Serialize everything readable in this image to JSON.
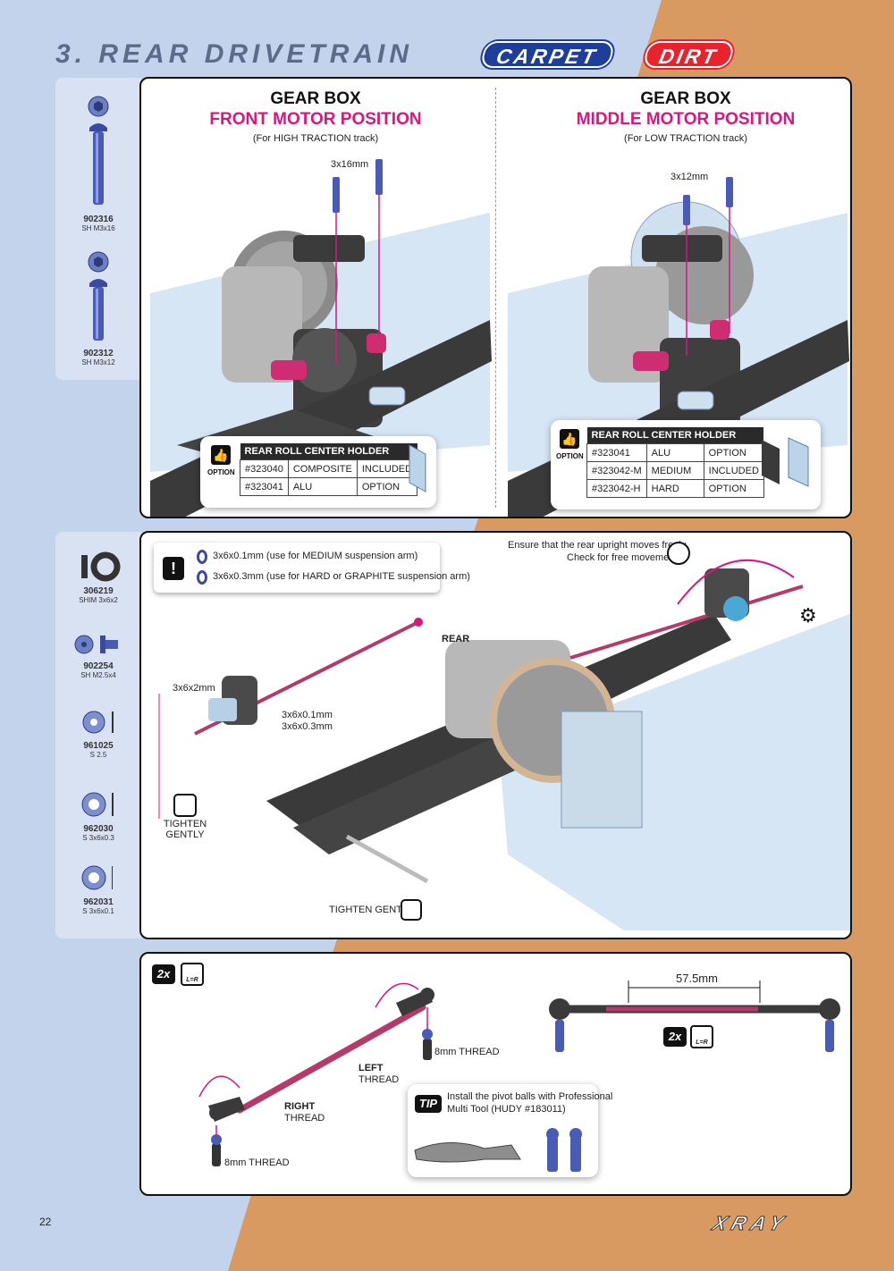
{
  "header": {
    "title": "3. REAR DRIVETRAIN",
    "tag_carpet": "CARPET",
    "tag_dirt": "DIRT"
  },
  "colors": {
    "accent": "#d8167f",
    "carpet": "#1d3f9a",
    "dirt": "#e8232b",
    "bg_blue": "#c3d3ec",
    "bg_orange": "#d99a62"
  },
  "parts_top": [
    {
      "code": "902316",
      "desc": "SH M3x16"
    },
    {
      "code": "902312",
      "desc": "SH M3x12"
    }
  ],
  "parts_mid": [
    {
      "code": "306219",
      "desc": "SHIM 3x6x2"
    },
    {
      "code": "902254",
      "desc": "SH M2.5x4"
    },
    {
      "code": "961025",
      "desc": "S 2.5"
    },
    {
      "code": "962030",
      "desc": "S 3x6x0.3"
    },
    {
      "code": "962031",
      "desc": "S 3x6x0.1"
    }
  ],
  "gearbox_front": {
    "title": "GEAR BOX",
    "subtitle": "FRONT MOTOR POSITION",
    "note": "(For HIGH TRACTION track)",
    "screw": "3x16mm",
    "option_label": "OPTION",
    "table": {
      "header": "REAR ROLL CENTER HOLDER",
      "rows": [
        [
          "#323040",
          "COMPOSITE",
          "INCLUDED"
        ],
        [
          "#323041",
          "ALU",
          "OPTION"
        ]
      ]
    }
  },
  "gearbox_middle": {
    "title": "GEAR BOX",
    "subtitle": "MIDDLE MOTOR POSITION",
    "note": "(For LOW TRACTION track)",
    "screw": "3x12mm",
    "option_label": "OPTION",
    "table": {
      "header": "REAR ROLL CENTER HOLDER",
      "rows": [
        [
          "#323041",
          "ALU",
          "OPTION"
        ],
        [
          "#323042-M",
          "MEDIUM",
          "INCLUDED"
        ],
        [
          "#323042-H",
          "HARD",
          "OPTION"
        ]
      ]
    }
  },
  "suspension": {
    "warn_icon": "!",
    "warn_line1": "3x6x0.1mm (use for MEDIUM suspension arm)",
    "warn_line2": "3x6x0.3mm (use for HARD or GRAPHITE suspension arm)",
    "check_line1": "Ensure that the rear upright moves freely.",
    "check_line2": "Check for free movement.",
    "rear_label": "REAR",
    "shim_label": "3x6x2mm",
    "shim_a": "3x6x0.1mm",
    "shim_b": "3x6x0.3mm",
    "tighten_1a": "TIGHTEN",
    "tighten_1b": "GENTLY",
    "tighten_2": "TIGHTEN GENTLY"
  },
  "linkage": {
    "qty": "2x",
    "lr_badge": "L=R",
    "thread_8mm_a": "8mm THREAD",
    "thread_8mm_b": "8mm THREAD",
    "left_thread_1": "LEFT",
    "left_thread_2": "THREAD",
    "right_thread_1": "RIGHT",
    "right_thread_2": "THREAD",
    "length": "57.5mm",
    "qty2": "2x",
    "lr_badge2": "L=R",
    "tip_badge": "TIP",
    "tip_line1": "Install the pivot balls with Professional",
    "tip_line2": "Multi Tool (HUDY #183011)"
  },
  "footer": {
    "page_number": "22",
    "brand": "XRAY"
  }
}
